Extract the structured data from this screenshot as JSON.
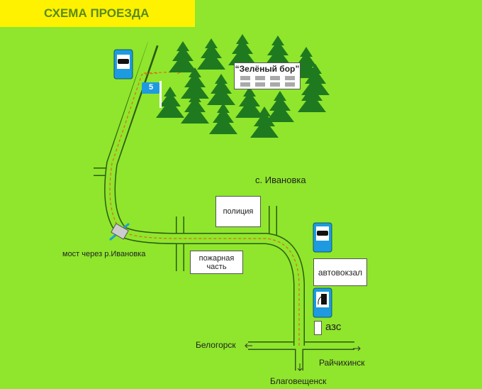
{
  "title": "СХЕМА ПРОЕЗДА",
  "forest_base": "“Зелёный бор”",
  "route_sign": "5",
  "village": "с. Ивановка",
  "police": "полиция",
  "fire_station": "пожарная часть",
  "bus_station": "автовокзал",
  "gas_station": "азс",
  "bridge": "мост через р.Ивановка",
  "directions": {
    "west": "Белогорск",
    "east": "Райчихинск",
    "south": "Благовещенск"
  },
  "colors": {
    "background": "#8fe62c",
    "title_bg": "#fff200",
    "trees": "#1f7a1f",
    "sign_blue": "#1e9be0",
    "route": "#e06a1a"
  },
  "icons": [
    "bus-stop-icon",
    "fuel-icon",
    "tree-icon"
  ]
}
